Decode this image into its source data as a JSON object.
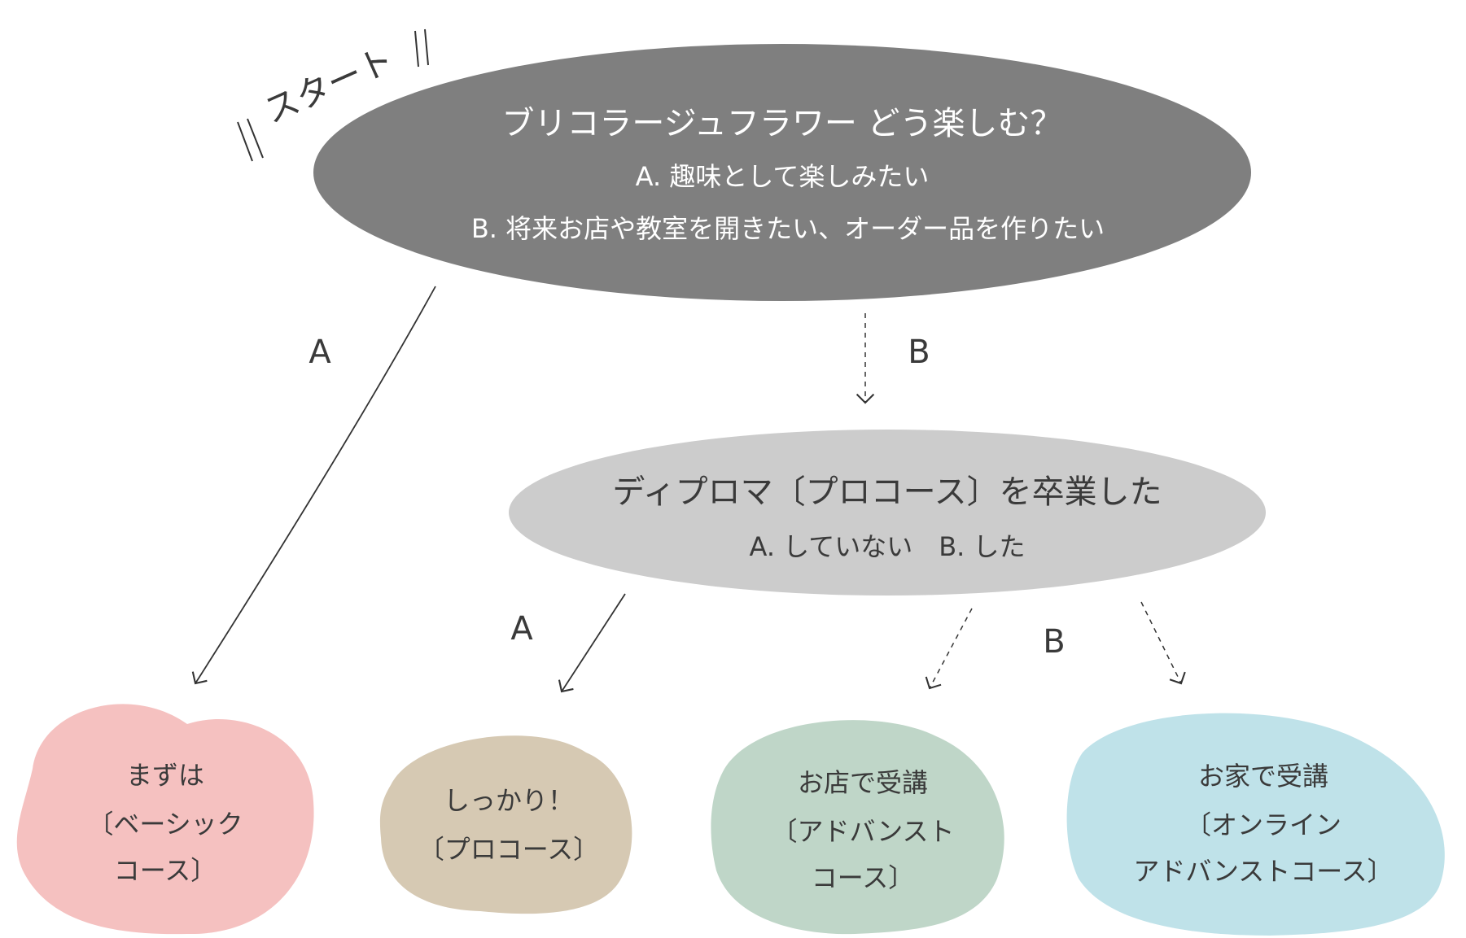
{
  "start_label": "スタート",
  "question1": {
    "title": "ブリコラージュフラワー どう楽しむ？",
    "option_a": "A. 趣味として楽しみたい",
    "option_b": "B. 将来お店や教室を開きたい、オーダー品を作りたい",
    "fill": "#7f7f7f"
  },
  "question2": {
    "title": "ディプロマ〔プロコース〕を卒業した",
    "options": "A. していない　B. した",
    "fill": "#cccccc"
  },
  "branch_labels": {
    "q1_a": "A",
    "q1_b": "B",
    "q2_a": "A",
    "q2_b": "B"
  },
  "results": [
    {
      "lines": [
        "まずは",
        "〔ベーシック",
        "コース〕"
      ],
      "fill": "#f5c1c0"
    },
    {
      "lines": [
        "しっかり！",
        "〔プロコース〕"
      ],
      "fill": "#d6c9b3"
    },
    {
      "lines": [
        "お店で受講",
        "〔アドバンスト",
        "コース〕"
      ],
      "fill": "#bfd6c8"
    },
    {
      "lines": [
        "お家で受講",
        "〔オンライン",
        "アドバンストコース〕"
      ],
      "fill": "#bfe2e9"
    }
  ]
}
